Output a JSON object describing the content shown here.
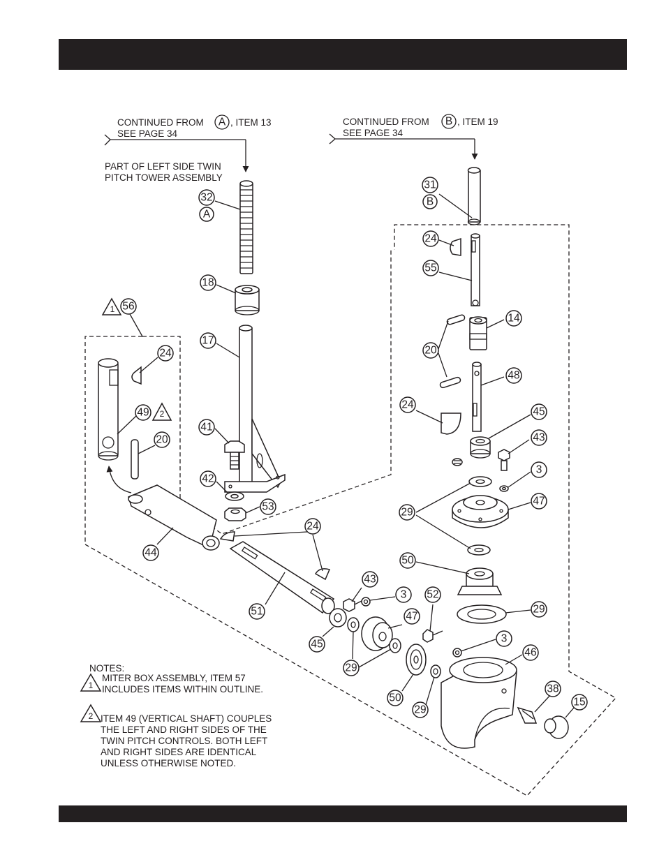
{
  "callouts": {
    "a": {
      "prefix": "CONTINUED FROM",
      "letter": "A",
      "suffix": ", ITEM 13",
      "line2": "SEE  PAGE 34"
    },
    "b": {
      "prefix": "CONTINUED FROM",
      "letter": "B",
      "suffix": ", ITEM 19",
      "line2": "SEE  PAGE 34"
    }
  },
  "left_tower_note": {
    "line1": "PART OF LEFT SIDE TWIN",
    "line2": "PITCH TOWER ASSEMBLY"
  },
  "letters": {
    "a": "A",
    "b": "B"
  },
  "triangle_marks": {
    "one": "1",
    "two": "2"
  },
  "items": [
    {
      "id": "32",
      "label": "32"
    },
    {
      "id": "18",
      "label": "18"
    },
    {
      "id": "17",
      "label": "17"
    },
    {
      "id": "41",
      "label": "41"
    },
    {
      "id": "42",
      "label": "42"
    },
    {
      "id": "53",
      "label": "53"
    },
    {
      "id": "56",
      "label": "56"
    },
    {
      "id": "24a",
      "label": "24"
    },
    {
      "id": "49",
      "label": "49"
    },
    {
      "id": "20a",
      "label": "20"
    },
    {
      "id": "44",
      "label": "44"
    },
    {
      "id": "24b",
      "label": "24"
    },
    {
      "id": "51",
      "label": "51"
    },
    {
      "id": "43a",
      "label": "43"
    },
    {
      "id": "3a",
      "label": "3"
    },
    {
      "id": "45a",
      "label": "45"
    },
    {
      "id": "47a",
      "label": "47"
    },
    {
      "id": "52",
      "label": "52"
    },
    {
      "id": "29a",
      "label": "29"
    },
    {
      "id": "50a",
      "label": "50"
    },
    {
      "id": "29b",
      "label": "29"
    },
    {
      "id": "31",
      "label": "31"
    },
    {
      "id": "24c",
      "label": "24"
    },
    {
      "id": "55",
      "label": "55"
    },
    {
      "id": "14",
      "label": "14"
    },
    {
      "id": "20b",
      "label": "20"
    },
    {
      "id": "48",
      "label": "48"
    },
    {
      "id": "24d",
      "label": "24"
    },
    {
      "id": "45b",
      "label": "45"
    },
    {
      "id": "43b",
      "label": "43"
    },
    {
      "id": "3b",
      "label": "3"
    },
    {
      "id": "29c",
      "label": "29"
    },
    {
      "id": "47b",
      "label": "47"
    },
    {
      "id": "50b",
      "label": "50"
    },
    {
      "id": "29d",
      "label": "29"
    },
    {
      "id": "3c",
      "label": "3"
    },
    {
      "id": "46",
      "label": "46"
    },
    {
      "id": "38",
      "label": "38"
    },
    {
      "id": "15",
      "label": "15"
    }
  ],
  "notes": {
    "title": "NOTES:",
    "note1": {
      "line1": "MITER BOX ASSEMBLY, ITEM 57",
      "line2": "INCLUDES ITEMS WITHIN OUTLINE."
    },
    "note2": {
      "line1": "ITEM 49 (VERTICAL SHAFT) COUPLES",
      "line2": "THE LEFT AND RIGHT SIDES OF THE",
      "line3": "TWIN PITCH CONTROLS. BOTH LEFT",
      "line4": "AND RIGHT SIDES ARE IDENTICAL",
      "line5": "UNLESS OTHERWISE NOTED."
    }
  }
}
